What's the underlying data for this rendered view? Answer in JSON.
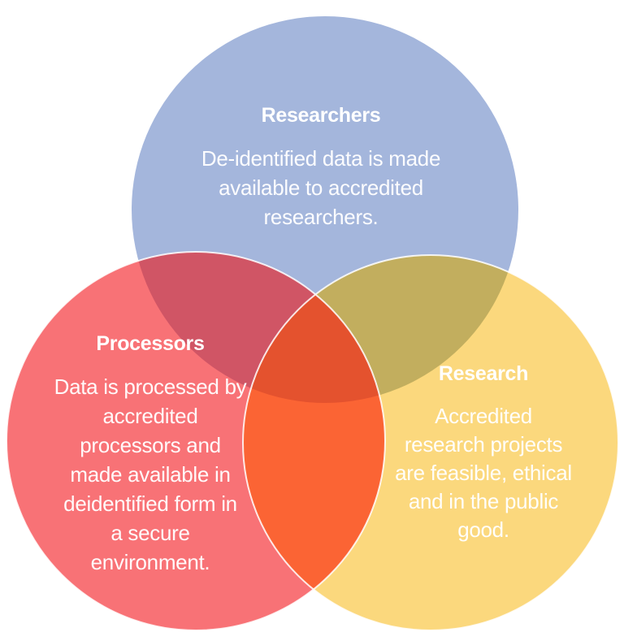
{
  "diagram_type": "venn",
  "colors": {
    "background": "#ffffff",
    "researchers_fill": "#a4b6dc",
    "processors_fill": "#f87276",
    "research_fill": "#fbd87d",
    "researchers_processors_overlap": "#d05565",
    "researchers_research_overlap": "#c2ae5e",
    "processors_research_overlap": "#fb6434",
    "center_overlap": "#e4522e",
    "circle_outline": "#ffffff",
    "text": "#ffffff"
  },
  "venn": {
    "researchers": {
      "title": "Researchers",
      "description": "De-identified data is made\navailable to accredited\nresearchers."
    },
    "processors": {
      "title": "Processors",
      "description": "Data is processed by\naccredited\nprocessors and\nmade available in\ndeidentified form in\na secure\nenvironment."
    },
    "research": {
      "title": "Research",
      "description": "Accredited\nresearch projects\nare feasible, ethical\nand in the public\ngood."
    }
  }
}
